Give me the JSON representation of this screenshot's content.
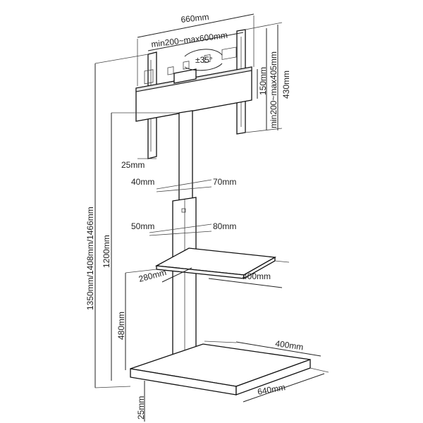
{
  "labels": {
    "width_660": "660mm",
    "vesa_width": "min200~max600mm",
    "tilt": "±35°",
    "vesa_height": "min200~max405mm",
    "bracket_height": "430mm",
    "bracket_offset": "150mm",
    "bracket_bottom": "25mm",
    "pole_upper_inner": "40mm",
    "pole_upper_outer": "70mm",
    "pole_lower_inner": "50mm",
    "pole_lower_outer": "80mm",
    "shelf_depth": "280mm",
    "shelf_width": "400mm",
    "total_height": "1350mm/1408mm/1466mm",
    "shelf_top_height": "1200mm",
    "shelf_height": "480mm",
    "base_depth": "400mm",
    "base_width": "640mm",
    "base_thickness": "25mm"
  }
}
